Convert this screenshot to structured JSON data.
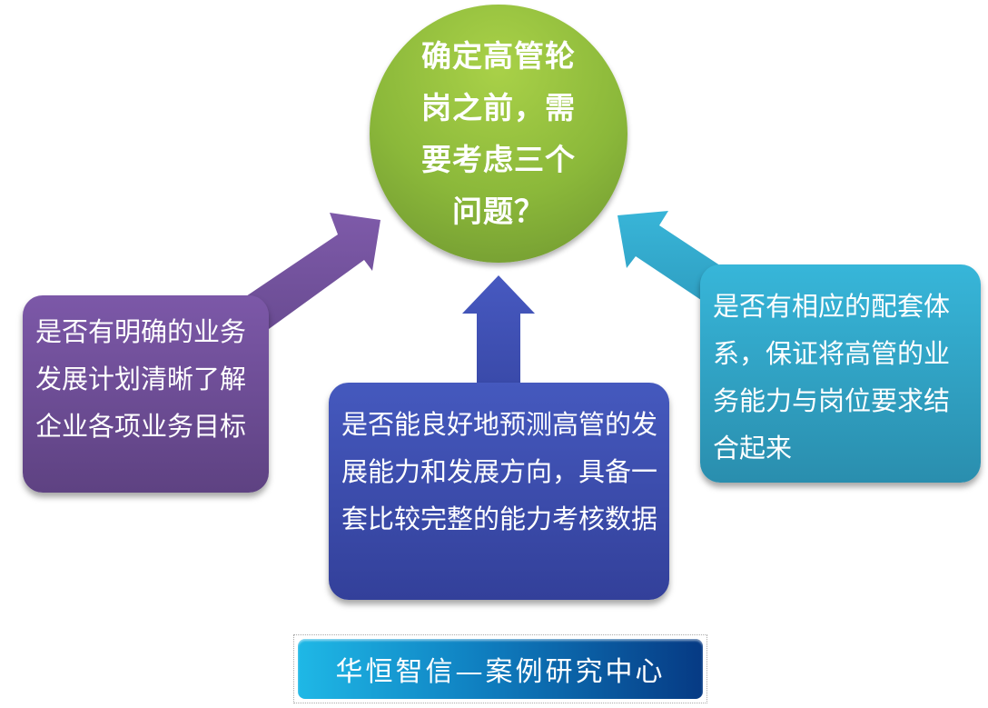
{
  "center": {
    "text": "确定高管轮岗之前，需要考虑三个问题？"
  },
  "questions": [
    {
      "text": "是否有明确的业务发展计划清晰了解企业各项业务目标"
    },
    {
      "text": "是否能良好地预测高管的发展能力和发展方向，具备一套比较完整的能力考核数据"
    },
    {
      "text": "是否有相应的配套体系，保证将高管的业务能力与岗位要求结合起来"
    }
  ],
  "banner": {
    "text": "华恒智信—案例研究中心"
  },
  "colors": {
    "center": "#8bb83a",
    "purple": "#6e4e96",
    "blue": "#3d4dae",
    "teal": "#31a3c6"
  }
}
